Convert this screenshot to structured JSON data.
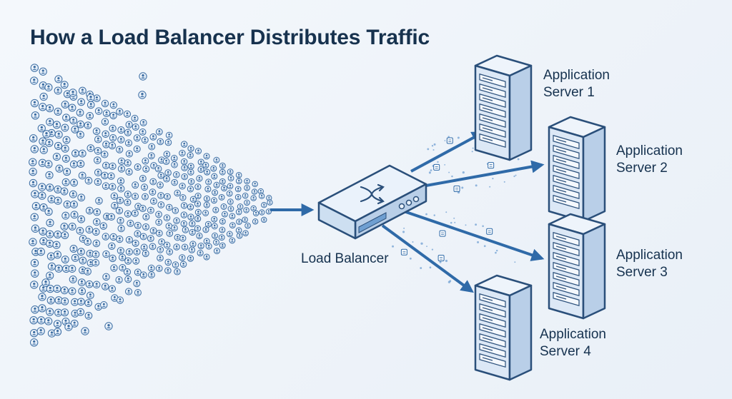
{
  "title": "How a Load Balancer Distributes Traffic",
  "load_balancer": {
    "label": "Load Balancer",
    "icon": "shuffle-arrows-icon"
  },
  "servers": [
    {
      "line1": "Application",
      "line2": "Server 1",
      "icon": "server-rack-icon"
    },
    {
      "line1": "Application",
      "line2": "Server 2",
      "icon": "server-rack-icon"
    },
    {
      "line1": "Application",
      "line2": "Server 3",
      "icon": "server-rack-icon"
    },
    {
      "line1": "Application",
      "line2": "Server 4",
      "icon": "server-rack-icon"
    }
  ],
  "clients": {
    "icon": "user-icon"
  },
  "colors": {
    "accent": "#2f6aa8",
    "device_fill": "#dce8f6",
    "device_stroke": "#2a4f7a",
    "text": "#16324f"
  }
}
